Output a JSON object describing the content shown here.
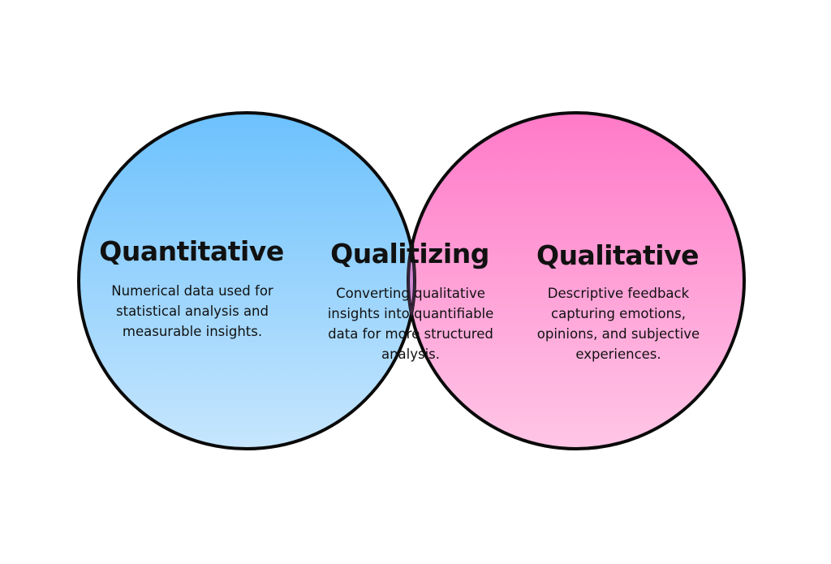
{
  "colors": {
    "left_top": "#6cc1fd",
    "left_bottom": "#c6e6fd",
    "right_top": "#ff7ac8",
    "right_bottom": "#ffc6e6",
    "overlap_top": "#d469cd",
    "overlap_bottom": "#d2a8e1",
    "outline": "#0a0a0a"
  },
  "diagram": {
    "left": {
      "title": "Quantitative",
      "description": "Numerical data used for statistical analysis and measurable insights."
    },
    "overlap": {
      "title": "Qualitizing",
      "description": "Converting qualitative insights into quantifiable data for more structured analysis."
    },
    "right": {
      "title": "Qualitative",
      "description": "Descriptive feedback capturing emotions, opinions, and subjective experiences."
    }
  }
}
